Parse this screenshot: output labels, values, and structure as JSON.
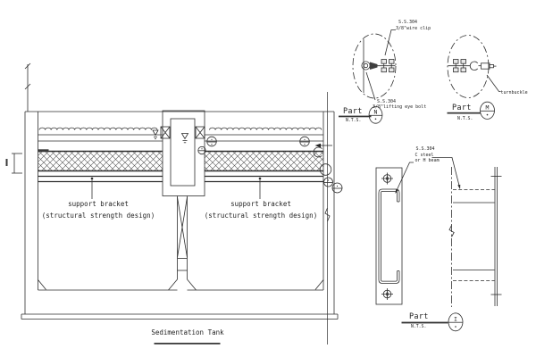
{
  "colors": {
    "background": "#ffffff",
    "line": "#2e2e2e",
    "text": "#1f1f1f"
  },
  "main_view": {
    "title": "Sedimentation Tank",
    "support_bracket_left": {
      "line1": "support bracket",
      "line2": "(structural strength design)"
    },
    "support_bracket_right": {
      "line1": "support bracket",
      "line2": "(structural strength design)"
    }
  },
  "details": {
    "part_n": {
      "label": "Part",
      "letter": "N",
      "scale": "N.T.S.",
      "wire_clip_note": {
        "line1": "S.S.304",
        "line2": "3/8\"wire clip"
      },
      "eye_bolt_note": {
        "line1": "S.S.304",
        "line2": "3/8\"lifting eye bolt"
      }
    },
    "part_m": {
      "label": "Part",
      "letter": "M",
      "scale": "N.T.S.",
      "turnbuckle_note": "turnbuckle"
    },
    "part_i": {
      "label": "Part",
      "letter": "I",
      "scale": "N.T.S.",
      "beam_note": {
        "line1": "S.S.304",
        "line2": "C steel",
        "line3": "or H beam"
      }
    }
  }
}
